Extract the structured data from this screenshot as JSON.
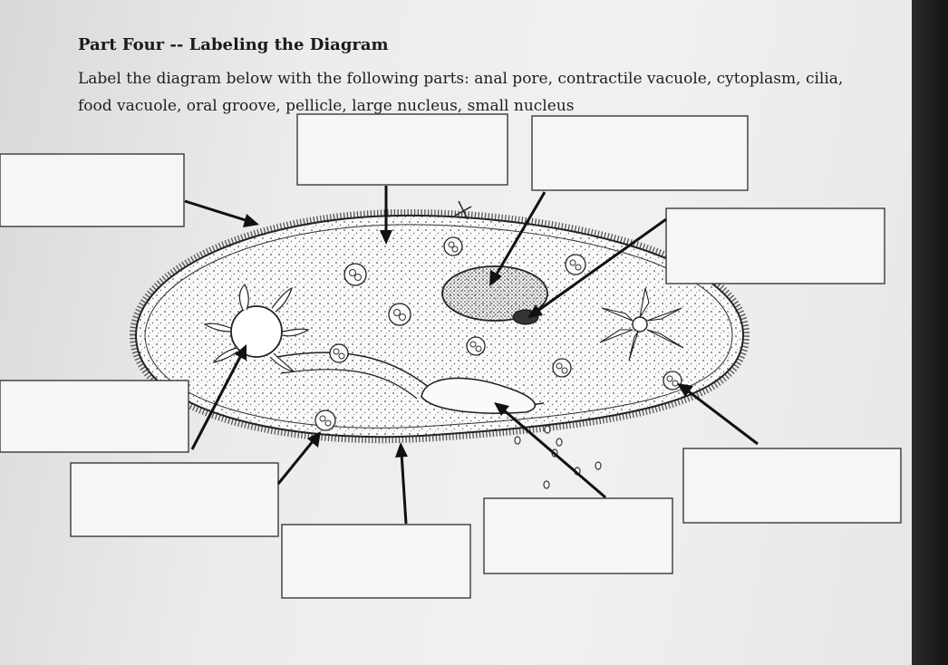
{
  "worksheet": {
    "heading": "Part Four -- Labeling the Diagram",
    "instructions": "Label the diagram below with the following parts: anal pore, contractile vacuole, cytoplasm, cilia, food vacuole, oral groove, pellicle, large nucleus, small nucleus"
  },
  "label_boxes": [
    {
      "id": "box-top-left",
      "value": ""
    },
    {
      "id": "box-top-center",
      "value": ""
    },
    {
      "id": "box-top-right",
      "value": ""
    },
    {
      "id": "box-right-upper",
      "value": ""
    },
    {
      "id": "box-left-upper",
      "value": ""
    },
    {
      "id": "box-left-lower",
      "value": ""
    },
    {
      "id": "box-bottom-left",
      "value": ""
    },
    {
      "id": "box-bottom-center",
      "value": ""
    },
    {
      "id": "box-bottom-right",
      "value": ""
    },
    {
      "id": "box-right-lower",
      "value": ""
    }
  ],
  "colors": {
    "ink": "#111111",
    "box_border": "#3a3a3a",
    "paper": "#efefef",
    "screen_edge": "#141414"
  }
}
